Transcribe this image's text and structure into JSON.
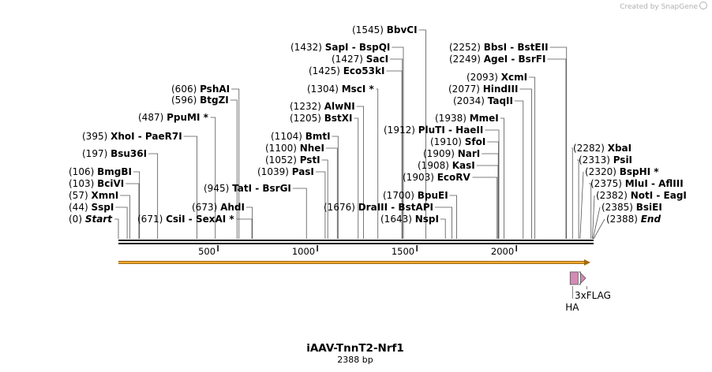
{
  "watermark": "Created by SnapGene",
  "map": {
    "title": "iAAV-TnnT2-Nrf1",
    "subtitle": "2388 bp",
    "total_bp": 2388,
    "ticks": [
      "500",
      "1000",
      "1500",
      "2000"
    ],
    "tick_values": [
      500,
      1000,
      1500,
      2000
    ],
    "colors": {
      "backbone": "#000000",
      "arrow": "#f0a830",
      "feature": "#d48ab4"
    }
  },
  "sites": [
    {
      "pos": "(0)",
      "name": "Start",
      "italic": true,
      "bp": 0,
      "label_x": 87,
      "row": 282,
      "side": "left"
    },
    {
      "pos": "(44)",
      "name": "SspI",
      "bp": 44,
      "label_x": 87,
      "row": 267,
      "side": "left"
    },
    {
      "pos": "(57)",
      "name": "XmnI",
      "bp": 57,
      "label_x": 87,
      "row": 252,
      "side": "left"
    },
    {
      "pos": "(103)",
      "name": "BciVI",
      "bp": 103,
      "label_x": 87,
      "row": 237,
      "side": "left"
    },
    {
      "pos": "(106)",
      "name": "BmgBI",
      "bp": 106,
      "label_x": 87,
      "row": 222,
      "side": "left"
    },
    {
      "pos": "(197)",
      "name": "Bsu36I",
      "bp": 197,
      "label_x": 104,
      "row": 199,
      "side": "left"
    },
    {
      "pos": "(395)",
      "name": "XhoI  - PaeR7I",
      "bp": 395,
      "label_x": 104,
      "row": 177,
      "side": "left"
    },
    {
      "pos": "(487)",
      "name": "PpuMI *",
      "bp": 487,
      "label_x": 175,
      "row": 153,
      "side": "left"
    },
    {
      "pos": "(596)",
      "name": "BtgZI",
      "bp": 596,
      "label_x": 217,
      "row": 131,
      "side": "left"
    },
    {
      "pos": "(606)",
      "name": "PshAI",
      "bp": 606,
      "label_x": 217,
      "row": 117,
      "side": "left"
    },
    {
      "pos": "(671)",
      "name": "CsiI  - SexAI *",
      "bp": 671,
      "label_x": 174,
      "row": 282,
      "side": "left"
    },
    {
      "pos": "(673)",
      "name": "AhdI",
      "bp": 673,
      "label_x": 243,
      "row": 267,
      "side": "left"
    },
    {
      "pos": "(945)",
      "name": "TatI  - BsrGI",
      "bp": 945,
      "label_x": 258,
      "row": 243,
      "side": "left"
    },
    {
      "pos": "(1039)",
      "name": "PasI",
      "bp": 1039,
      "label_x": 326,
      "row": 222,
      "side": "left"
    },
    {
      "pos": "(1052)",
      "name": "PstI",
      "bp": 1052,
      "label_x": 336,
      "row": 207,
      "side": "left"
    },
    {
      "pos": "(1100)",
      "name": "NheI",
      "bp": 1100,
      "label_x": 336,
      "row": 192,
      "side": "left"
    },
    {
      "pos": "(1104)",
      "name": "BmtI",
      "bp": 1104,
      "label_x": 343,
      "row": 177,
      "side": "left"
    },
    {
      "pos": "(1205)",
      "name": "BstXI",
      "bp": 1205,
      "label_x": 367,
      "row": 154,
      "side": "left"
    },
    {
      "pos": "(1232)",
      "name": "AlwNI",
      "bp": 1232,
      "label_x": 367,
      "row": 139,
      "side": "left"
    },
    {
      "pos": "(1304)",
      "name": "MscI *",
      "bp": 1304,
      "label_x": 389,
      "row": 117,
      "side": "left"
    },
    {
      "pos": "(1425)",
      "name": "Eco53kI",
      "bp": 1425,
      "label_x": 391,
      "row": 94,
      "side": "left"
    },
    {
      "pos": "(1427)",
      "name": "SacI",
      "bp": 1427,
      "label_x": 420,
      "row": 79,
      "side": "left"
    },
    {
      "pos": "(1432)",
      "name": "SapI  - BspQI",
      "bp": 1432,
      "label_x": 368,
      "row": 64,
      "side": "left"
    },
    {
      "pos": "(1545)",
      "name": "BbvCI",
      "bp": 1545,
      "label_x": 446,
      "row": 42,
      "side": "left"
    },
    {
      "pos": "(1676)",
      "name": "DraIII  - BstAPI",
      "bp": 1676,
      "label_x": 410,
      "row": 267,
      "side": "left"
    },
    {
      "pos": "(1643)",
      "name": "NspI",
      "bp": 1643,
      "label_x": 482,
      "row": 282,
      "side": "left"
    },
    {
      "pos": "(1700)",
      "name": "BpuEI",
      "bp": 1700,
      "label_x": 485,
      "row": 252,
      "side": "left"
    },
    {
      "pos": "(1903)",
      "name": "EcoRV",
      "bp": 1903,
      "label_x": 510,
      "row": 229,
      "side": "left"
    },
    {
      "pos": "(1908)",
      "name": "KasI",
      "bp": 1908,
      "label_x": 529,
      "row": 214,
      "side": "left"
    },
    {
      "pos": "(1909)",
      "name": "NarI",
      "bp": 1909,
      "label_x": 536,
      "row": 199,
      "side": "left"
    },
    {
      "pos": "(1910)",
      "name": "SfoI",
      "bp": 1910,
      "label_x": 545,
      "row": 184,
      "side": "left"
    },
    {
      "pos": "(1912)",
      "name": "PluTI  - HaeII",
      "bp": 1912,
      "label_x": 486,
      "row": 169,
      "side": "left"
    },
    {
      "pos": "(1938)",
      "name": "MmeI",
      "bp": 1938,
      "label_x": 551,
      "row": 154,
      "side": "left"
    },
    {
      "pos": "(2034)",
      "name": "TaqII",
      "bp": 2034,
      "label_x": 574,
      "row": 132,
      "side": "left"
    },
    {
      "pos": "(2077)",
      "name": "HindIII",
      "bp": 2077,
      "label_x": 568,
      "row": 117,
      "side": "left"
    },
    {
      "pos": "(2093)",
      "name": "XcmI",
      "bp": 2093,
      "label_x": 591,
      "row": 102,
      "side": "left"
    },
    {
      "pos": "(2249)",
      "name": "AgeI  - BsrFI",
      "bp": 2249,
      "label_x": 569,
      "row": 79,
      "side": "left"
    },
    {
      "pos": "(2252)",
      "name": "BbsI  - BstEII",
      "bp": 2252,
      "label_x": 569,
      "row": 64,
      "side": "left"
    },
    {
      "pos": "(2282)",
      "name": "XbaI",
      "bp": 2282,
      "label_x": 726,
      "row": 192,
      "side": "right"
    },
    {
      "pos": "(2313)",
      "name": "PsiI",
      "bp": 2313,
      "label_x": 733,
      "row": 207,
      "side": "right"
    },
    {
      "pos": "(2320)",
      "name": "BspHI *",
      "bp": 2320,
      "label_x": 741,
      "row": 222,
      "side": "right"
    },
    {
      "pos": "(2375)",
      "name": "MluI  - AflIII",
      "bp": 2375,
      "label_x": 748,
      "row": 237,
      "side": "right"
    },
    {
      "pos": "(2382)",
      "name": "NotI  - EagI",
      "bp": 2382,
      "label_x": 755,
      "row": 252,
      "side": "right"
    },
    {
      "pos": "(2385)",
      "name": "BsiEI",
      "bp": 2385,
      "label_x": 762,
      "row": 267,
      "side": "right"
    },
    {
      "pos": "(2388)",
      "name": "End",
      "italic": true,
      "bp": 2388,
      "label_x": 768,
      "row": 282,
      "side": "right"
    }
  ],
  "features": [
    {
      "name": "HA",
      "start": 2282,
      "end": 2310
    },
    {
      "name": "3xFLAG",
      "start": 2310,
      "end": 2388
    }
  ]
}
